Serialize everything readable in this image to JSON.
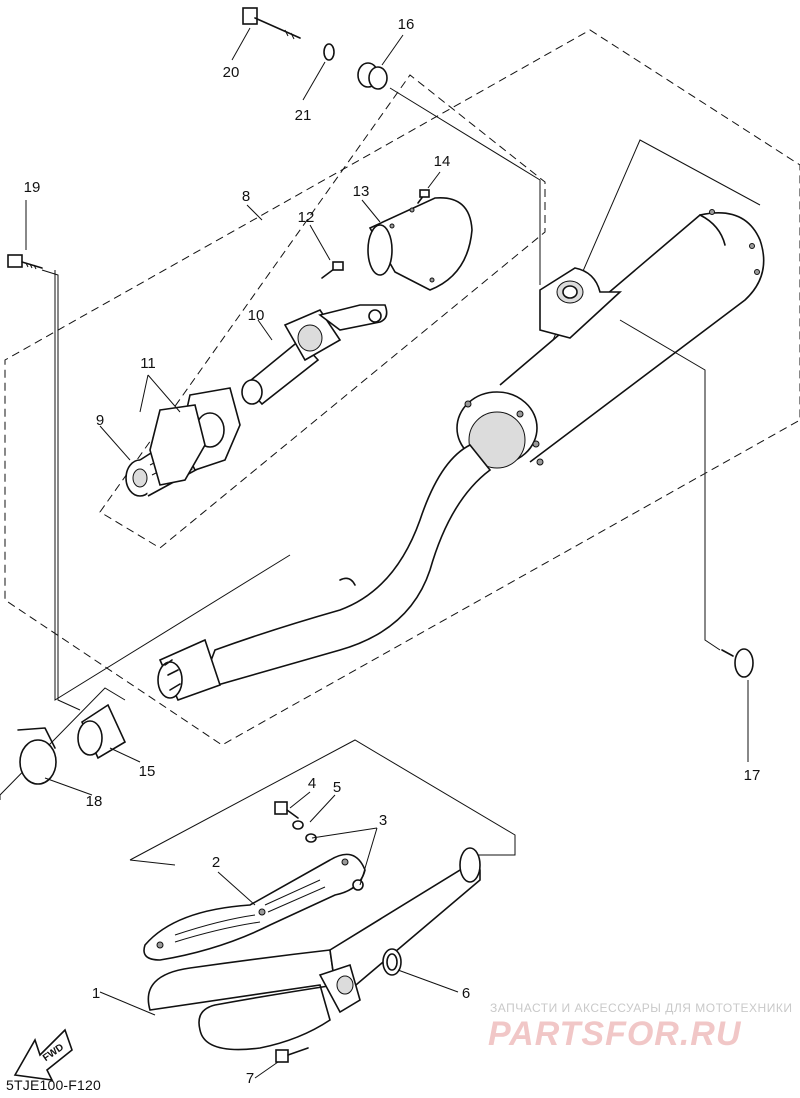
{
  "diagram": {
    "callouts": [
      "1",
      "2",
      "3",
      "4",
      "5",
      "6",
      "7",
      "8",
      "9",
      "10",
      "11",
      "12",
      "13",
      "14",
      "15",
      "16",
      "17",
      "18",
      "19",
      "20",
      "21"
    ],
    "fwd_label": "FWD",
    "drawing_code": "5TJE100-F120"
  },
  "watermark": {
    "line1": "ЗАПЧАСТИ И АКСЕССУАРЫ ДЛЯ МОТОТЕХНИКИ",
    "line2": "PARTSFOR.RU"
  }
}
